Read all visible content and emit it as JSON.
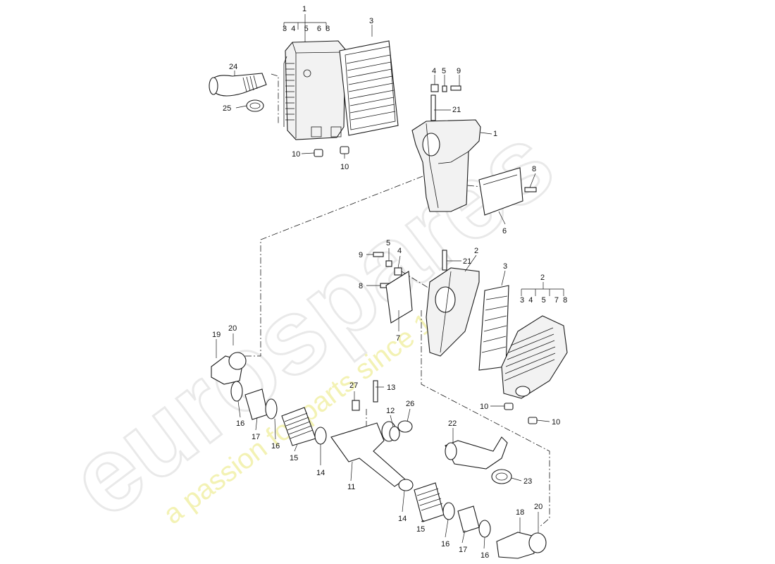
{
  "watermark": {
    "brand_text": "eurospares",
    "tagline_text": "a passion for parts since 1985"
  },
  "callouts": [
    {
      "id": "c-1-top",
      "text": "1"
    },
    {
      "id": "c-1-top-sub",
      "text": "3  4    5    6  8"
    },
    {
      "id": "c-3-top",
      "text": "3"
    },
    {
      "id": "c-24",
      "text": "24"
    },
    {
      "id": "c-25",
      "text": "25"
    },
    {
      "id": "c-10-a",
      "text": "10"
    },
    {
      "id": "c-10-b",
      "text": "10"
    },
    {
      "id": "c-4-top",
      "text": "4"
    },
    {
      "id": "c-5-top",
      "text": "5"
    },
    {
      "id": "c-9-top",
      "text": "9"
    },
    {
      "id": "c-21-top",
      "text": "21"
    },
    {
      "id": "c-1-right",
      "text": "1"
    },
    {
      "id": "c-8-top",
      "text": "8"
    },
    {
      "id": "c-6",
      "text": "6"
    },
    {
      "id": "c-9-mid",
      "text": "9"
    },
    {
      "id": "c-5-mid",
      "text": "5"
    },
    {
      "id": "c-4-mid",
      "text": "4"
    },
    {
      "id": "c-21-mid",
      "text": "21"
    },
    {
      "id": "c-2-mid",
      "text": "2"
    },
    {
      "id": "c-3-mid",
      "text": "3"
    },
    {
      "id": "c-2-right",
      "text": "2"
    },
    {
      "id": "c-2-right-sub",
      "text": "3  4    5    7  8"
    },
    {
      "id": "c-8-mid",
      "text": "8"
    },
    {
      "id": "c-7",
      "text": "7"
    },
    {
      "id": "c-19",
      "text": "19"
    },
    {
      "id": "c-20-left",
      "text": "20"
    },
    {
      "id": "c-27",
      "text": "27"
    },
    {
      "id": "c-13",
      "text": "13"
    },
    {
      "id": "c-12",
      "text": "12"
    },
    {
      "id": "c-26",
      "text": "26"
    },
    {
      "id": "c-16-a",
      "text": "16"
    },
    {
      "id": "c-17-a",
      "text": "17"
    },
    {
      "id": "c-16-b",
      "text": "16"
    },
    {
      "id": "c-15-a",
      "text": "15"
    },
    {
      "id": "c-14-a",
      "text": "14"
    },
    {
      "id": "c-11",
      "text": "11"
    },
    {
      "id": "c-10-c",
      "text": "10"
    },
    {
      "id": "c-10-d",
      "text": "10"
    },
    {
      "id": "c-22",
      "text": "22"
    },
    {
      "id": "c-23",
      "text": "23"
    },
    {
      "id": "c-14-b",
      "text": "14"
    },
    {
      "id": "c-15-b",
      "text": "15"
    },
    {
      "id": "c-16-c",
      "text": "16"
    },
    {
      "id": "c-17-b",
      "text": "17"
    },
    {
      "id": "c-16-d",
      "text": "16"
    },
    {
      "id": "c-18",
      "text": "18"
    },
    {
      "id": "c-20-right",
      "text": "20"
    }
  ]
}
